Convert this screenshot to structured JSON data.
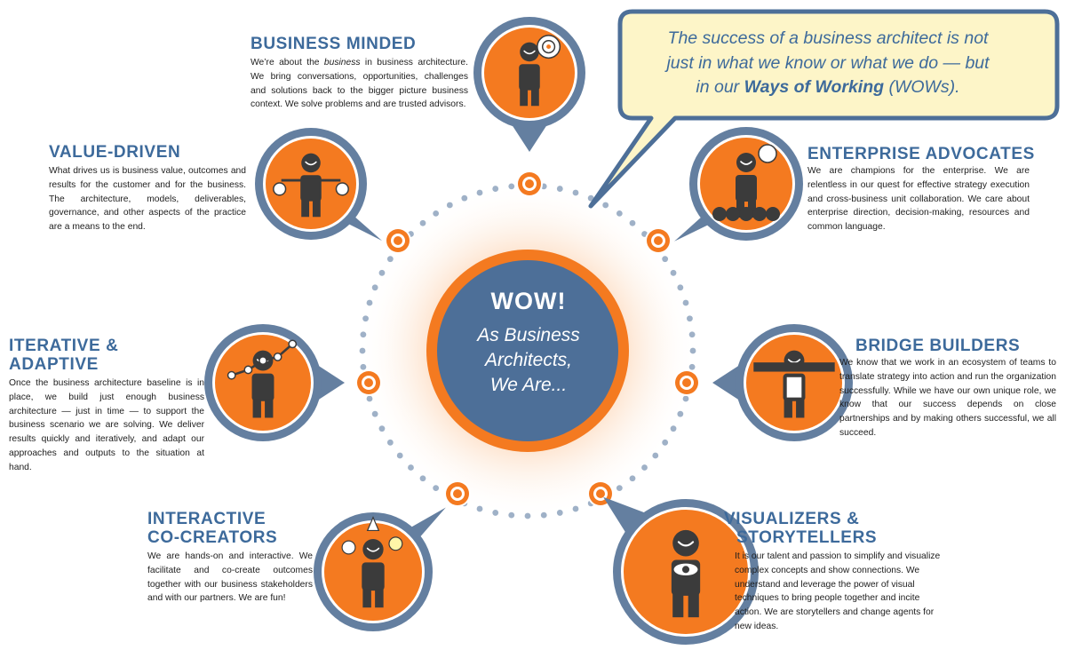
{
  "center": {
    "title": "WOW!",
    "subtitle_line1": "As Business",
    "subtitle_line2": "Architects,",
    "subtitle_line3": "We Are..."
  },
  "quote": {
    "line1": "The success of a business architect is not",
    "line2": "just in what we know or what we do — but",
    "line3_prefix": "in our ",
    "line3_bold": "Ways of Working",
    "line3_suffix": " (WOWs)."
  },
  "sections": {
    "business_minded": {
      "title": "BUSINESS MINDED",
      "text_prefix": "We’re about the ",
      "text_italic": "business",
      "text_suffix": " in business architecture. We bring conversations, opportunities, challenges and solutions back to the bigger picture business context. We solve problems and are trusted advisors."
    },
    "value_driven": {
      "title": "VALUE-DRIVEN",
      "text": "What drives us is business value, outcomes and results for the customer and for the business. The architecture, models, deliverables, governance, and other aspects of the practice are a means to the end."
    },
    "iterative": {
      "title_line1": "ITERATIVE &",
      "title_line2": "ADAPTIVE",
      "text": "Once the business architecture baseline is in place, we build just enough business architecture — just in time — to support the business scenario we are solving. We deliver results quickly and iteratively, and adapt our approaches and outputs to the situation at hand."
    },
    "interactive": {
      "title_line1": "INTERACTIVE",
      "title_line2": "CO-CREATORS",
      "text": "We are hands-on and interactive. We facilitate and co-create outcomes together with our business stakeholders and with our partners. We are fun!"
    },
    "enterprise": {
      "title": "ENTERPRISE ADVOCATES",
      "text": "We are champions for the enterprise. We are relentless in our quest for effective strategy execution and cross-business unit collaboration. We care about enterprise direction, decision-making, resources and common language."
    },
    "bridge": {
      "title": "BRIDGE BUILDERS",
      "text": "We know that we work in an ecosystem of teams to translate strategy into action and run the organization successfully. While we have our own unique role, we know that our success depends on close partnerships and by making others successful, we all succeed."
    },
    "visualizers": {
      "title_line1": "VISUALIZERS &",
      "title_line2": "STORYTELLERS",
      "text": "It is our talent and passion to simplify and visualize complex concepts and show connections. We understand and leverage the power of visual techniques to bring people together and incite action. We are storytellers and change agents for new ideas."
    }
  },
  "icons": {
    "business_minded": "thinking-person-target-icon",
    "value_driven": "person-balancing-value-icon",
    "iterative": "person-growth-chart-icon",
    "interactive": "person-brainstorming-icon",
    "enterprise": "person-leading-crowd-icon",
    "bridge": "person-carrying-beam-icon",
    "visualizers": "person-with-eye-icon"
  },
  "colors": {
    "blue": "#3d6a9b",
    "slate": "#647fa0",
    "orange": "#f47a20",
    "dark": "#3b3b3b",
    "cream": "#fdf5c8",
    "dots": "#9fb1c7"
  }
}
